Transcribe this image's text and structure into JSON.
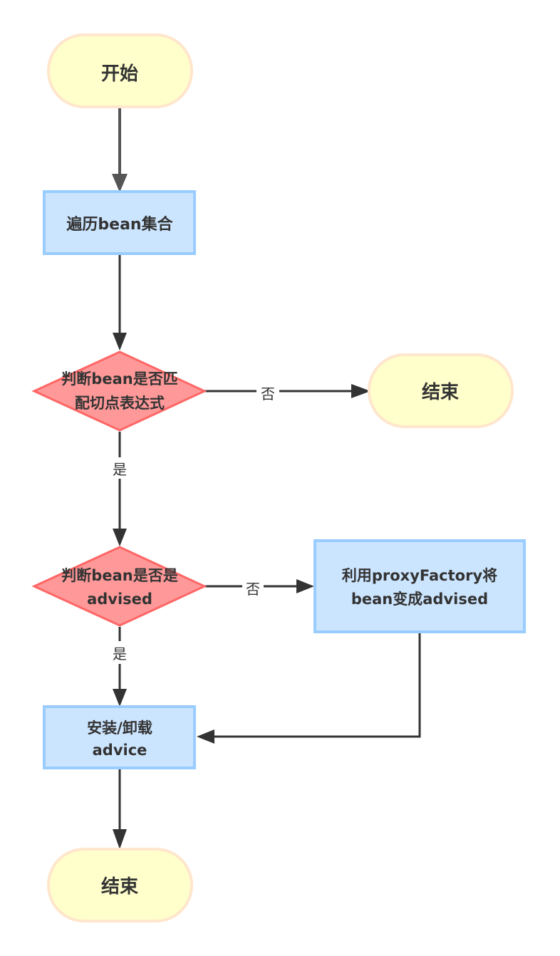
{
  "diagram": {
    "type": "flowchart",
    "colors": {
      "terminal_fill": "#FFFFCC",
      "terminal_stroke": "#FFE6CC",
      "process_fill": "#CCE5FF",
      "process_stroke": "#99CCFF",
      "decision_fill": "#FF9999",
      "decision_stroke": "#FF6666",
      "edge": "#333333",
      "edge_first": "#555555",
      "text": "#333333"
    },
    "nodes": {
      "start": {
        "shape": "terminal",
        "lines": [
          "开始"
        ]
      },
      "iterate": {
        "shape": "process",
        "lines": [
          "遍历bean集合"
        ]
      },
      "match": {
        "shape": "decision",
        "lines": [
          "判断bean是否匹",
          "配切点表达式"
        ]
      },
      "end1": {
        "shape": "terminal",
        "lines": [
          "结束"
        ]
      },
      "advised": {
        "shape": "decision",
        "lines": [
          "判断bean是否是",
          "advised"
        ]
      },
      "proxy": {
        "shape": "process",
        "lines": [
          "利用proxyFactory将",
          "bean变成advised"
        ]
      },
      "install": {
        "shape": "process",
        "lines": [
          "安装/卸载",
          "advice"
        ]
      },
      "end2": {
        "shape": "terminal",
        "lines": [
          "结束"
        ]
      }
    },
    "edges": [
      {
        "from": "start",
        "to": "iterate",
        "label": ""
      },
      {
        "from": "iterate",
        "to": "match",
        "label": ""
      },
      {
        "from": "match",
        "to": "end1",
        "label": "否"
      },
      {
        "from": "match",
        "to": "advised",
        "label": "是"
      },
      {
        "from": "advised",
        "to": "proxy",
        "label": "否"
      },
      {
        "from": "advised",
        "to": "install",
        "label": "是"
      },
      {
        "from": "proxy",
        "to": "install",
        "label": ""
      },
      {
        "from": "install",
        "to": "end2",
        "label": ""
      }
    ]
  }
}
